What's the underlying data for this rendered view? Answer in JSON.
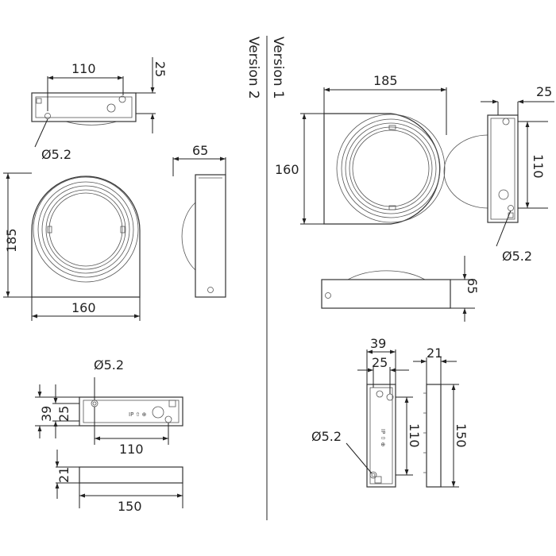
{
  "versions": {
    "v1": "Version 1",
    "v2": "Version 2"
  },
  "v2": {
    "top": {
      "w": "110",
      "h": "25",
      "hole": "Ø5.2"
    },
    "front": {
      "h": "185",
      "w": "160"
    },
    "side": {
      "d": "65"
    },
    "base": {
      "hole": "Ø5.2",
      "h39": "39",
      "h25": "25",
      "w110": "110"
    },
    "bottom": {
      "h": "21",
      "w": "150"
    }
  },
  "v1": {
    "front": {
      "w": "185",
      "h": "160"
    },
    "side": {
      "d": "25",
      "h": "110",
      "hole": "Ø5.2"
    },
    "top": {
      "h": "65"
    },
    "base": {
      "w39": "39",
      "w25": "25",
      "d21": "21",
      "h110": "110",
      "h150": "150",
      "hole": "Ø5.2"
    }
  }
}
